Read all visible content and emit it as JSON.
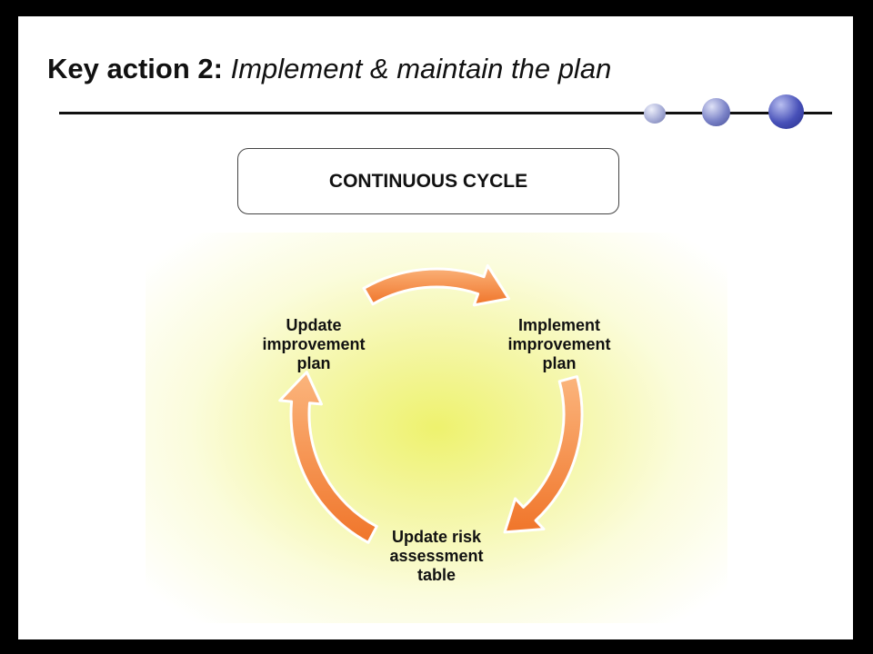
{
  "title": {
    "bold_part": "Key action 2:",
    "italic_part": "Implement & maintain the plan"
  },
  "header_box": {
    "label": "CONTINUOUS CYCLE"
  },
  "cycle": {
    "nodes": [
      {
        "label": "Implement\nimprovement\nplan"
      },
      {
        "label": "Update risk\nassessment\ntable"
      },
      {
        "label": "Update\nimprovement\nplan"
      }
    ]
  },
  "colors": {
    "arrow_fill_light": "#fbb57d",
    "arrow_fill_dark": "#f0752a",
    "arrow_stroke": "#ffffff",
    "glow": "#eef26e"
  }
}
